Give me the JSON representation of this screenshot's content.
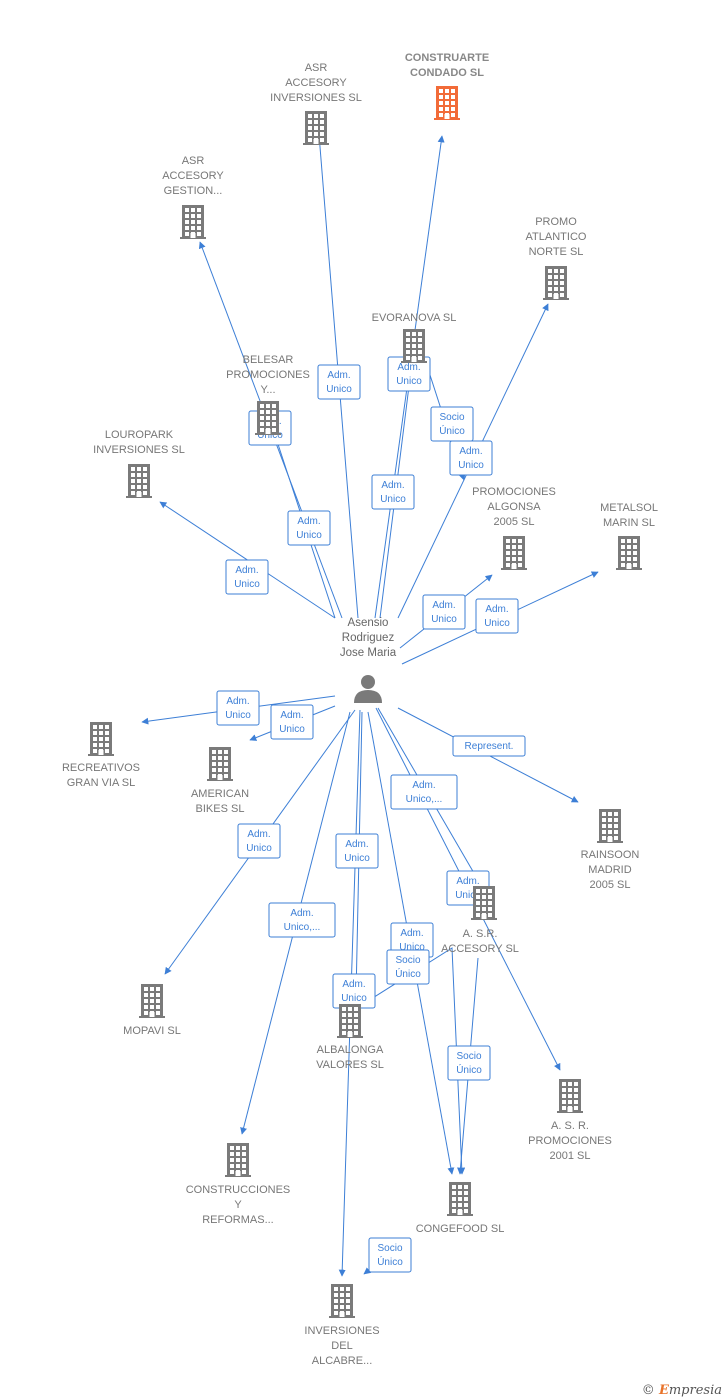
{
  "colors": {
    "building": "#7a7a7a",
    "building_main": "#f26b38",
    "person": "#7a7a7a",
    "edge": "#3d7fd6"
  },
  "person": {
    "name_lines": [
      "Asensio",
      "Rodriguez",
      "Jose Maria"
    ]
  },
  "companies": [
    {
      "id": "construarte",
      "label": [
        "CONSTRUARTE",
        "CONDADO SL"
      ],
      "main": true
    },
    {
      "id": "asr-inv",
      "label": [
        "ASR",
        "ACCESORY",
        "INVERSIONES SL"
      ]
    },
    {
      "id": "asr-gest",
      "label": [
        "ASR",
        "ACCESORY",
        "GESTION..."
      ]
    },
    {
      "id": "promo-atl",
      "label": [
        "PROMO",
        "ATLANTICO",
        "NORTE SL"
      ]
    },
    {
      "id": "evoranova",
      "label": [
        "EVORANOVA SL"
      ]
    },
    {
      "id": "belesar",
      "label": [
        "BELESAR",
        "PROMOCIONES",
        "Y..."
      ]
    },
    {
      "id": "louropark",
      "label": [
        "LOUROPARK",
        "INVERSIONES SL"
      ]
    },
    {
      "id": "algonsa",
      "label": [
        "PROMOCIONES",
        "ALGONSA",
        "2005 SL"
      ]
    },
    {
      "id": "metalsol",
      "label": [
        "METALSOL",
        "MARIN SL"
      ]
    },
    {
      "id": "recreativos",
      "label": [
        "RECREATIVOS",
        "GRAN VIA SL"
      ]
    },
    {
      "id": "american",
      "label": [
        "AMERICAN",
        "BIKES SL"
      ]
    },
    {
      "id": "rainsoon",
      "label": [
        "RAINSOON",
        "MADRID",
        "2005 SL"
      ]
    },
    {
      "id": "asr-acc",
      "label": [
        "A. S.R.",
        "ACCESORY SL"
      ]
    },
    {
      "id": "mopavi",
      "label": [
        "MOPAVI SL"
      ]
    },
    {
      "id": "albalonga",
      "label": [
        "ALBALONGA",
        "VALORES SL"
      ]
    },
    {
      "id": "asr-promo",
      "label": [
        "A.  S. R.",
        "PROMOCIONES",
        "2001 SL"
      ]
    },
    {
      "id": "construcciones",
      "label": [
        "CONSTRUCCIONES",
        "Y",
        "REFORMAS..."
      ]
    },
    {
      "id": "congefood",
      "label": [
        "CONGEFOOD SL"
      ]
    },
    {
      "id": "alcabre",
      "label": [
        "INVERSIONES",
        "DEL",
        "ALCABRE..."
      ]
    }
  ],
  "relations": [
    {
      "from": "person",
      "to": "asr-inv",
      "label": [
        "Adm.",
        "Unico"
      ]
    },
    {
      "from": "person",
      "to": "construarte",
      "label": [
        "Adm.",
        "Unico"
      ]
    },
    {
      "from": "person",
      "to": "asr-gest",
      "label": [
        "Adm.",
        "Unico"
      ]
    },
    {
      "from": "person",
      "to": "promo-atl",
      "label": [
        "Adm.",
        "Unico"
      ]
    },
    {
      "from": "evoranova",
      "to": "algonsa",
      "label": [
        "Socio",
        "Único"
      ]
    },
    {
      "from": "person",
      "to": "evoranova",
      "label": [
        "Adm.",
        "Unico"
      ]
    },
    {
      "from": "person",
      "to": "belesar",
      "label": [
        "Adm.",
        "Unico"
      ]
    },
    {
      "from": "person",
      "to": "louropark",
      "label": [
        "Adm.",
        "Unico"
      ]
    },
    {
      "from": "person",
      "to": "algonsa",
      "label": [
        "Adm.",
        "Unico"
      ]
    },
    {
      "from": "person",
      "to": "metalsol",
      "label": [
        "Adm.",
        "Unico"
      ]
    },
    {
      "from": "person",
      "to": "recreativos",
      "label": [
        "Adm.",
        "Unico"
      ]
    },
    {
      "from": "person",
      "to": "american",
      "label": [
        "Adm.",
        "Unico"
      ]
    },
    {
      "from": "person",
      "to": "rainsoon",
      "label": [
        "Represent."
      ]
    },
    {
      "from": "person",
      "to": "asr-promo",
      "label": [
        "Adm.",
        "Unico,..."
      ]
    },
    {
      "from": "person",
      "to": "mopavi",
      "label": [
        "Adm.",
        "Unico"
      ]
    },
    {
      "from": "person",
      "to": "alcabre",
      "label": [
        "Adm.",
        "Unico"
      ]
    },
    {
      "from": "person",
      "to": "asr-acc",
      "label": [
        "Adm.",
        "Unico"
      ]
    },
    {
      "from": "person",
      "to": "construcciones",
      "label": [
        "Adm.",
        "Unico,..."
      ]
    },
    {
      "from": "person",
      "to": "congefood",
      "label": [
        "Adm.",
        "Unico"
      ]
    },
    {
      "from": "albalonga",
      "to": "congefood",
      "label": [
        "Socio",
        "Único"
      ]
    },
    {
      "from": "person",
      "to": "albalonga",
      "label": [
        "Adm.",
        "Unico"
      ]
    },
    {
      "from": "asr-acc",
      "to": "congefood",
      "label": [
        "Socio",
        "Único"
      ]
    },
    {
      "from": "congefood",
      "to": "alcabre",
      "label": [
        "Socio",
        "Único"
      ]
    }
  ],
  "credit": {
    "symbol": "©",
    "brand_initial": "E",
    "brand_rest": "mpresia"
  }
}
